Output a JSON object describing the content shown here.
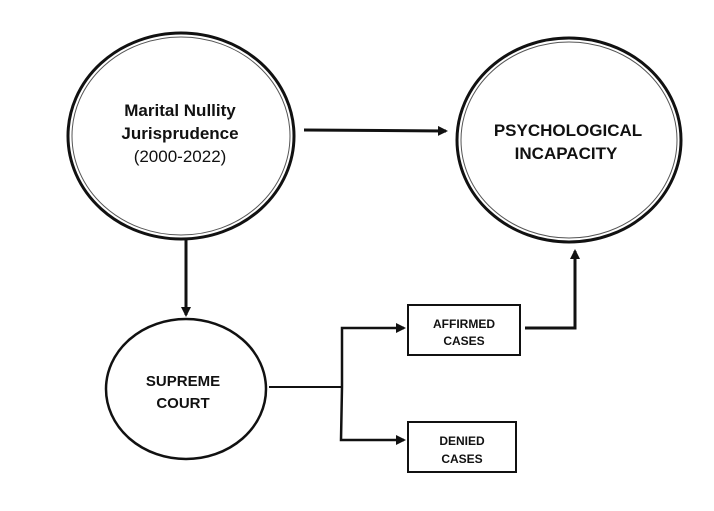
{
  "diagram": {
    "type": "flowchart",
    "colors": {
      "stroke": "#111111",
      "background": "#ffffff"
    },
    "nodes": {
      "jurisprudence": {
        "shape": "double-circle",
        "line1": "Marital Nullity",
        "line2": "Jurisprudence",
        "line3": "(2000-2022)"
      },
      "psychological_incapacity": {
        "shape": "double-circle",
        "line1": "PSYCHOLOGICAL",
        "line2": "INCAPACITY"
      },
      "supreme_court": {
        "shape": "ellipse",
        "line1": "SUPREME",
        "line2": "COURT"
      },
      "affirmed_cases": {
        "shape": "rectangle",
        "line1": "AFFIRMED",
        "line2": "CASES"
      },
      "denied_cases": {
        "shape": "rectangle",
        "line1": "DENIED",
        "line2": "CASES"
      }
    },
    "edges": [
      {
        "from": "jurisprudence",
        "to": "psychological_incapacity"
      },
      {
        "from": "jurisprudence",
        "to": "supreme_court"
      },
      {
        "from": "supreme_court",
        "to": "affirmed_cases"
      },
      {
        "from": "supreme_court",
        "to": "denied_cases"
      },
      {
        "from": "affirmed_cases",
        "to": "psychological_incapacity"
      }
    ]
  }
}
